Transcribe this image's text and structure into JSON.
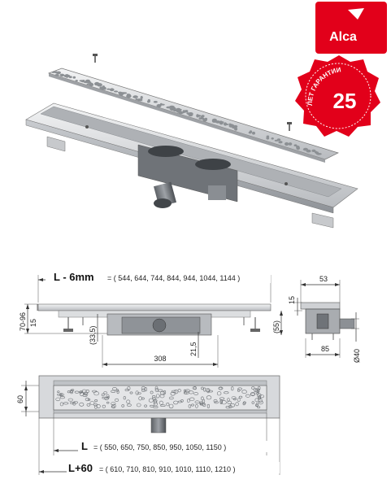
{
  "brand": {
    "logo_text": "Alca",
    "accent_color": "#e2001a"
  },
  "guarantee": {
    "arc_text": "ЛЕТ ГАРАНТИИ",
    "years": "25",
    "badge_color": "#e2001a"
  },
  "product": {
    "name": "shower drain channel with perforated grate",
    "grate_color": "#e2e3e5",
    "body_color": "#cfd1d4"
  },
  "dimensions": {
    "length_label": "L - 6mm",
    "length_values": "= ( 544, 644, 744, 844, 944, 1044, 1144 )",
    "height_range": "70-96",
    "frame_15": "15",
    "outlet_height": "(33,5)",
    "offset_215": "21,5",
    "center_308": "308",
    "siphon_55": "(55)",
    "width_53": "53",
    "side_15": "15",
    "width_85": "85",
    "diam_40": "Ø40",
    "width_60": "60",
    "l_label": "L",
    "l_values": "= ( 550, 650, 750, 850, 950, 1050, 1150 )",
    "l60_label": "L+60",
    "l60_values": "= ( 610, 710, 810, 910, 1010, 1110, 1210 )"
  }
}
